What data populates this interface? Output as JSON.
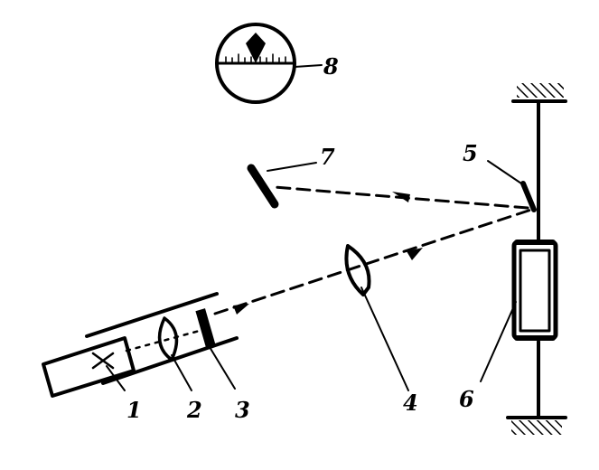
{
  "diagram": {
    "labels": {
      "l1": "1",
      "l2": "2",
      "l3": "3",
      "l4": "4",
      "l5": "5",
      "l6": "6",
      "l7": "7",
      "l8": "8"
    },
    "colors": {
      "ink": "#000000",
      "background": "#ffffff"
    }
  }
}
